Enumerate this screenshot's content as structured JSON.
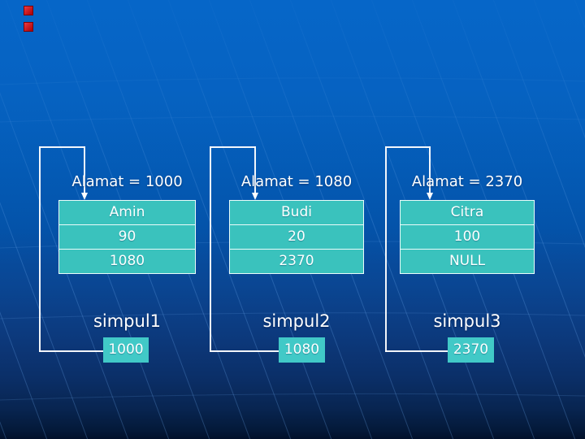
{
  "slide": {
    "type": "presentation-slide",
    "topic": "linked list (senarai berantai) memory diagram",
    "bullets": {
      "count": 2,
      "color": "#c00a10"
    }
  },
  "colors": {
    "background_top": "#0566c6",
    "background_bottom": "#06183a",
    "grid_line": "#6aa6ea",
    "node_fill": "#3ac2bd",
    "pointer_box_fill": "#41c9c7",
    "connector_line": "#ffffff",
    "text": "#ffffff",
    "bullet_red": "#c00a10"
  },
  "nodes": [
    {
      "alamat_label": "Alamat = 1000",
      "rows": [
        "Amin",
        "90",
        "1080"
      ],
      "pointer_label": "simpul1",
      "pointer_value": "1000"
    },
    {
      "alamat_label": "Alamat = 1080",
      "rows": [
        "Budi",
        "20",
        "2370"
      ],
      "pointer_label": "simpul2",
      "pointer_value": "1080"
    },
    {
      "alamat_label": "Alamat = 2370",
      "rows": [
        "Citra",
        "100",
        "NULL"
      ],
      "pointer_label": "simpul3",
      "pointer_value": "2370"
    }
  ]
}
